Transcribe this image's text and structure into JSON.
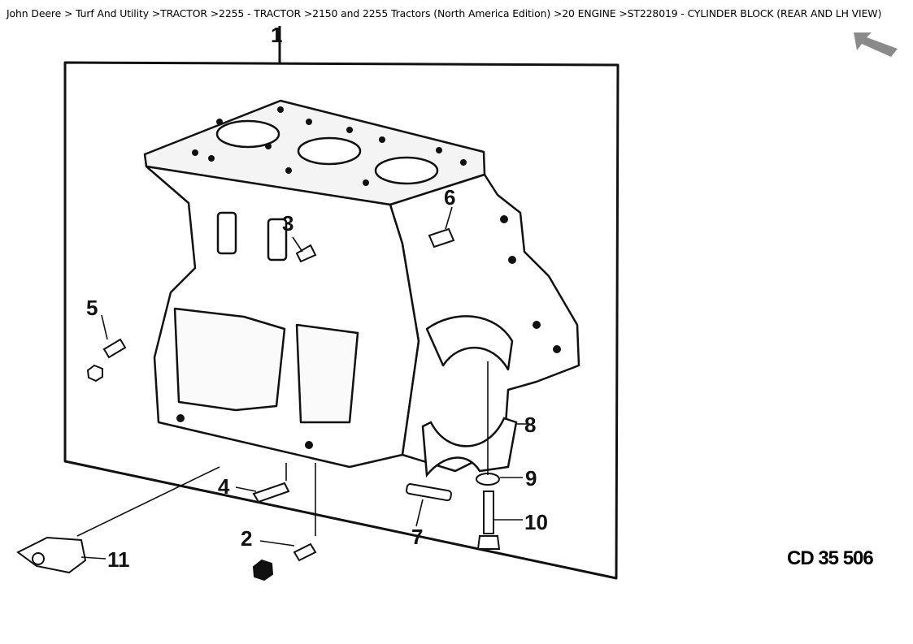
{
  "breadcrumb": {
    "text": "John Deere > Turf And Utility >TRACTOR >2255 - TRACTOR >2150 and 2255 Tractors (North America Edition) >20 ENGINE >ST228019 - CYLINDER BLOCK (REAR AND LH VIEW)"
  },
  "nav": {
    "back_icon": "back-arrow-icon"
  },
  "diagram": {
    "callouts": [
      "1",
      "2",
      "3",
      "4",
      "5",
      "6",
      "7",
      "8",
      "9",
      "10",
      "11"
    ],
    "reference": "CD 35 506"
  }
}
